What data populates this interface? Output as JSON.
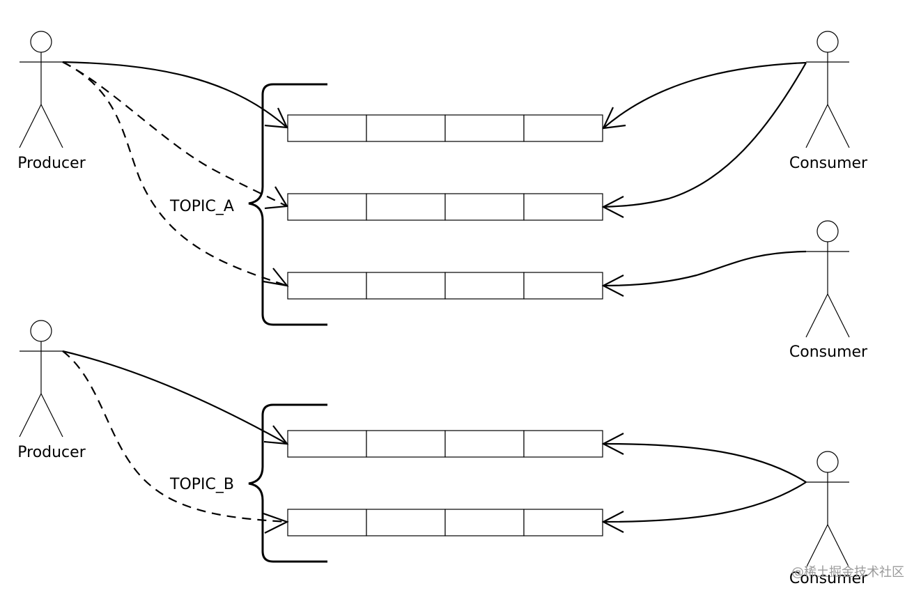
{
  "actors": {
    "producer_a": {
      "label": "Producer"
    },
    "producer_b": {
      "label": "Producer"
    },
    "consumer_1": {
      "label": "Consumer"
    },
    "consumer_2": {
      "label": "Consumer"
    },
    "consumer_3": {
      "label": "Consumer"
    }
  },
  "topics": {
    "topic_a": {
      "label": "TOPIC_A",
      "queues": 3,
      "cells_per_queue": 4
    },
    "topic_b": {
      "label": "TOPIC_B",
      "queues": 2,
      "cells_per_queue": 4
    }
  },
  "connections": [
    {
      "from": "producer_a",
      "to": "topic_a.queue_1",
      "style": "solid"
    },
    {
      "from": "producer_a",
      "to": "topic_a.queue_2",
      "style": "dashed"
    },
    {
      "from": "producer_a",
      "to": "topic_a.queue_3",
      "style": "dashed"
    },
    {
      "from": "producer_b",
      "to": "topic_b.queue_1",
      "style": "solid"
    },
    {
      "from": "producer_b",
      "to": "topic_b.queue_2",
      "style": "dashed"
    },
    {
      "from": "consumer_1",
      "to": "topic_a.queue_1",
      "style": "solid"
    },
    {
      "from": "consumer_1",
      "to": "topic_a.queue_2",
      "style": "solid"
    },
    {
      "from": "consumer_2",
      "to": "topic_a.queue_3",
      "style": "solid"
    },
    {
      "from": "consumer_3",
      "to": "topic_b.queue_1",
      "style": "solid"
    },
    {
      "from": "consumer_3",
      "to": "topic_b.queue_2",
      "style": "solid"
    }
  ],
  "watermark": "@稀土掘金技术社区"
}
